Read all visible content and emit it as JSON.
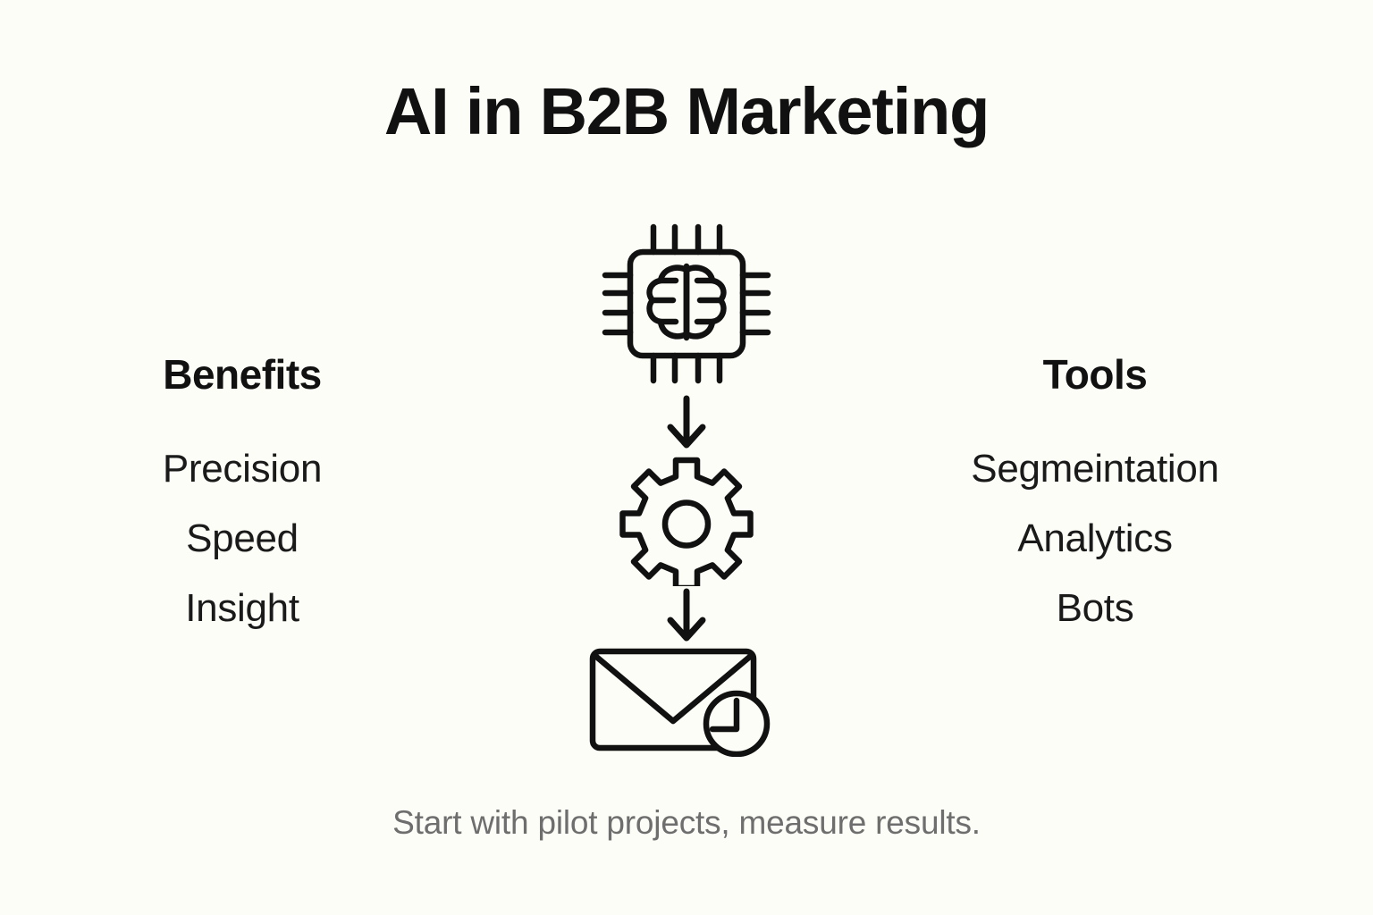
{
  "page": {
    "title": "AI in B2B Marketing",
    "background_color": "#fdfdf7",
    "ink_color": "#111111",
    "muted_color": "#6e6e6e"
  },
  "columns": {
    "left": {
      "heading": "Benefits",
      "items": [
        "Precision",
        "Speed",
        "Insight"
      ]
    },
    "right": {
      "heading": "Tools",
      "items": [
        "Segmeintation",
        "Analytics",
        "Bots"
      ]
    }
  },
  "flow": {
    "steps": [
      {
        "icon": "cpu-brain-icon",
        "label": "AI processing chip"
      },
      {
        "icon": "gear-icon",
        "label": "Automation"
      },
      {
        "icon": "envelope-clock-icon",
        "label": "Scheduled email"
      }
    ],
    "connectors": [
      {
        "icon": "arrow-down-icon"
      },
      {
        "icon": "arrow-down-icon"
      }
    ]
  },
  "footer": {
    "note": "Start with pilot projects, measure results."
  }
}
